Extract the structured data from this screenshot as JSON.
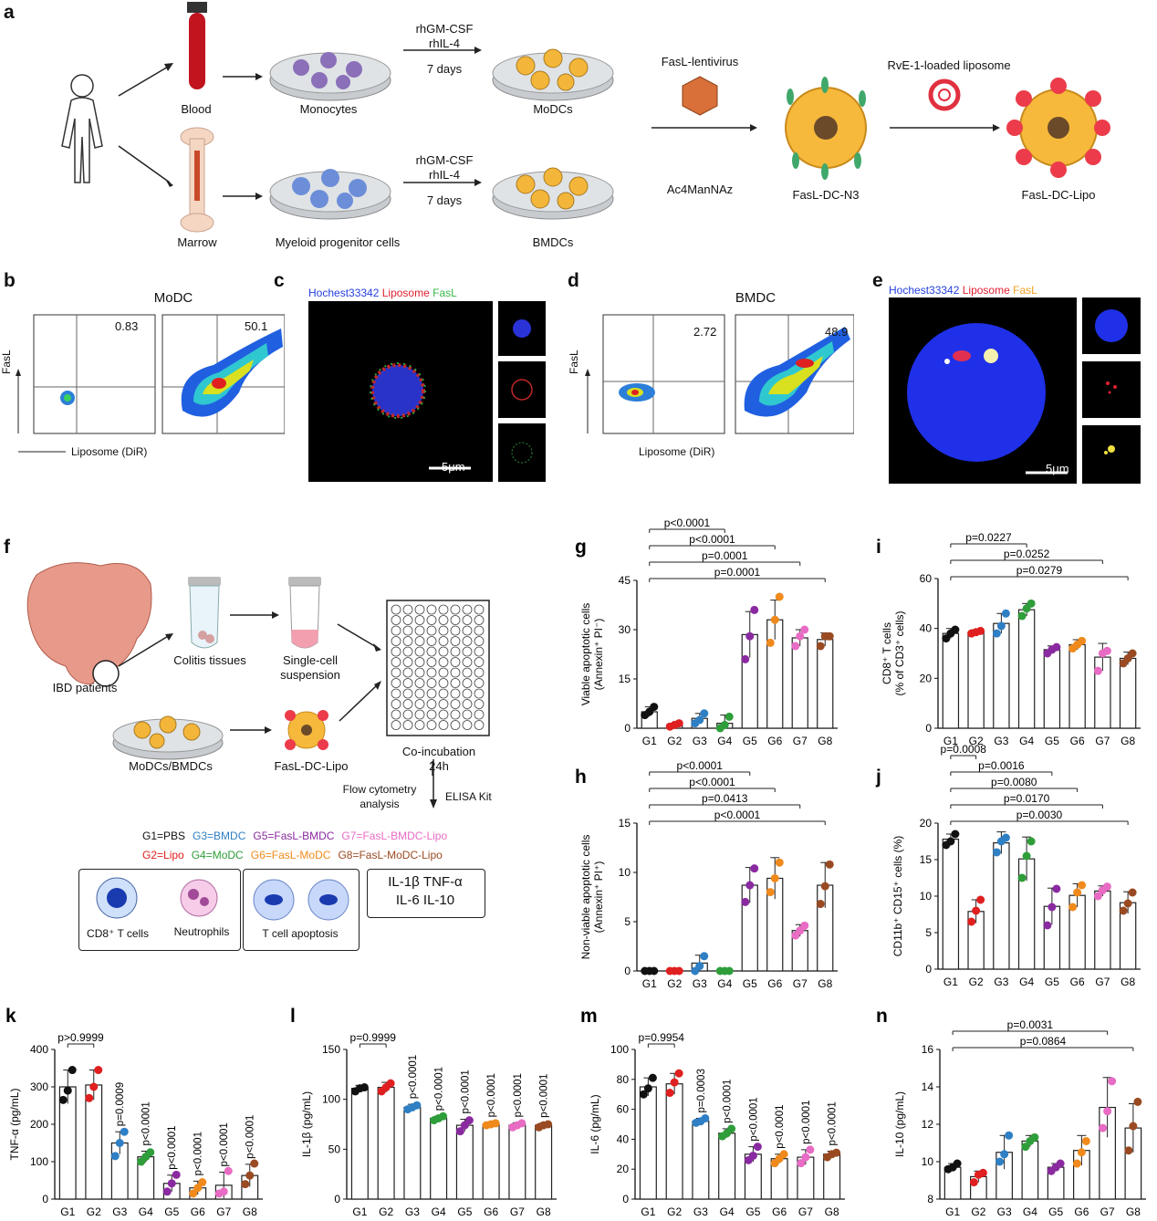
{
  "panels": {
    "a": {
      "letter": "a",
      "blood": "Blood",
      "marrow": "Marrow",
      "monocytes": "Monocytes",
      "myeloid": "Myeloid progenitor cells",
      "mod_cytokines_1": "rhGM-CSF",
      "mod_cytokines_2": "rhIL-4",
      "days": "7 days",
      "modcs": "MoDCs",
      "bmdcs": "BMDCs",
      "lentivirus": "FasL-lentivirus",
      "acmannaz": "Ac4ManNAz",
      "fasl_dc_n3": "FasL-DC-N3",
      "liposome": "RvE-1-loaded liposome",
      "fasl_dc_lipo": "FasL-DC-Lipo"
    },
    "b": {
      "letter": "b",
      "title": "MoDC",
      "ylabel": "FasL",
      "xlabel": "Liposome (DiR)",
      "q1": "0.83",
      "q2": "50.1"
    },
    "c": {
      "letter": "c",
      "stain1": "Hochest33342",
      "stain2": "Liposome",
      "stain3": "FasL",
      "scale": "5μm"
    },
    "d": {
      "letter": "d",
      "title": "BMDC",
      "ylabel": "FasL",
      "xlabel": "Liposome (DiR)",
      "q1": "2.72",
      "q2": "48.9"
    },
    "e": {
      "letter": "e",
      "stain1": "Hochest33342",
      "stain2": "Liposome",
      "stain3": "FasL",
      "scale": "5μm"
    },
    "f": {
      "letter": "f",
      "ibd": "IBD patients",
      "colitis": "Colitis tissues",
      "single_cell_1": "Single-cell",
      "single_cell_2": "suspension",
      "modcs_bmdcs": "MoDCs/BMDCs",
      "fasl_dc_lipo": "FasL-DC-Lipo",
      "coinc_1": "Co-incubation",
      "coinc_2": "24h",
      "flow_1": "Flow cytometry",
      "flow_2": "analysis",
      "elisa": "ELISA Kit",
      "groups": [
        {
          "text": "G1=PBS",
          "color": "#111111"
        },
        {
          "text": "G3=BMDC",
          "color": "#2e7fc4"
        },
        {
          "text": "G5=FasL-BMDC",
          "color": "#8a2aa0"
        },
        {
          "text": "G7=FasL-BMDC-Lipo",
          "color": "#e86bc4"
        },
        {
          "text": "G2=Lipo",
          "color": "#e02020"
        },
        {
          "text": "G4=MoDC",
          "color": "#2e9e3a"
        },
        {
          "text": "G6=FasL-MoDC",
          "color": "#f08a1c"
        },
        {
          "text": "G8=FasL-MoDC-Lipo",
          "color": "#9a4a22"
        }
      ],
      "cd8": "CD8⁺ T cells",
      "neutrophils": "Neutrophils",
      "apoptosis": "T cell apoptosis",
      "cytokines_1": "IL-1β  TNF-α",
      "cytokines_2": "IL-6  IL-10"
    }
  },
  "group_colors": [
    "#111111",
    "#e02020",
    "#2e7fc4",
    "#2e9e3a",
    "#8a2aa0",
    "#f08a1c",
    "#e86bc4",
    "#9a4a22"
  ],
  "chart_data": [
    {
      "id": "g",
      "letter": "g",
      "type": "bar",
      "categories": [
        "G1",
        "G2",
        "G3",
        "G4",
        "G5",
        "G6",
        "G7",
        "G8"
      ],
      "ylabel": "Viable apoptotic cells",
      "ylabel2": "(Annexin⁺ PI⁻)",
      "ylim": [
        0,
        45
      ],
      "yticks": [
        0,
        15,
        30,
        45
      ],
      "values": [
        5,
        1,
        3,
        1.5,
        28.5,
        33,
        27.5,
        27
      ],
      "sd": [
        1.5,
        0.5,
        1.5,
        2.5,
        7,
        6,
        2.5,
        2
      ],
      "points": [
        [
          4,
          5,
          6.5
        ],
        [
          0.5,
          1,
          1.5
        ],
        [
          1.5,
          2.5,
          4.5
        ],
        [
          -0.5,
          1,
          3.5
        ],
        [
          21,
          28,
          36
        ],
        [
          26,
          33,
          40
        ],
        [
          25,
          28,
          30
        ],
        [
          25,
          28,
          28
        ]
      ],
      "brackets": [
        {
          "from": 0,
          "to": 3,
          "label": "p<0.0001"
        },
        {
          "from": 0,
          "to": 5,
          "label": "p<0.0001"
        },
        {
          "from": 0,
          "to": 6,
          "label": "p=0.0001"
        },
        {
          "from": 0,
          "to": 7,
          "label": "p=0.0001"
        }
      ]
    },
    {
      "id": "h",
      "letter": "h",
      "type": "bar",
      "categories": [
        "G1",
        "G2",
        "G3",
        "G4",
        "G5",
        "G6",
        "G7",
        "G8"
      ],
      "ylabel": "Non-viable apoptotic cells",
      "ylabel2": "(Annexin⁺ PI⁺)",
      "ylim": [
        0,
        15
      ],
      "yticks": [
        0,
        5,
        10,
        15
      ],
      "values": [
        0,
        0,
        0.8,
        0,
        8.7,
        9.4,
        4.1,
        8.7
      ],
      "sd": [
        0,
        0,
        0.8,
        0,
        1.8,
        2.1,
        0.6,
        2.3
      ],
      "points": [
        [
          0,
          0,
          0
        ],
        [
          0,
          0,
          0
        ],
        [
          0,
          0.5,
          1.5
        ],
        [
          0,
          0,
          0
        ],
        [
          7,
          8.7,
          10.4
        ],
        [
          8,
          9.4,
          11
        ],
        [
          3.6,
          4.1,
          4.6
        ],
        [
          6.8,
          8.6,
          10.8
        ]
      ],
      "brackets": [
        {
          "from": 0,
          "to": 4,
          "label": "p<0.0001"
        },
        {
          "from": 0,
          "to": 5,
          "label": "p<0.0001"
        },
        {
          "from": 0,
          "to": 6,
          "label": "p=0.0413"
        },
        {
          "from": 0,
          "to": 7,
          "label": "p<0.0001"
        }
      ]
    },
    {
      "id": "i",
      "letter": "i",
      "type": "bar",
      "categories": [
        "G1",
        "G2",
        "G3",
        "G4",
        "G5",
        "G6",
        "G7",
        "G8"
      ],
      "ylabel": "CD8⁺ T cells",
      "ylabel2": "(% of CD3⁺ cells)",
      "ylim": [
        0,
        60
      ],
      "yticks": [
        0,
        20,
        40,
        60
      ],
      "values": [
        38,
        38.5,
        42,
        47.5,
        31.5,
        33.5,
        28.5,
        28
      ],
      "sd": [
        2,
        1,
        4,
        2.5,
        1.5,
        2,
        5.5,
        2.5
      ],
      "points": [
        [
          36,
          38,
          39.5
        ],
        [
          38,
          38.5,
          39
        ],
        [
          38,
          41,
          46
        ],
        [
          45,
          48,
          50
        ],
        [
          30,
          31.5,
          32.5
        ],
        [
          32,
          33.5,
          35
        ],
        [
          23,
          30,
          31
        ],
        [
          26,
          28,
          30
        ]
      ],
      "brackets": [
        {
          "from": 0,
          "to": 3,
          "label": "p=0.0227"
        },
        {
          "from": 0,
          "to": 6,
          "label": "p=0.0252"
        },
        {
          "from": 0,
          "to": 7,
          "label": "p=0.0279"
        }
      ]
    },
    {
      "id": "j",
      "letter": "j",
      "type": "bar",
      "categories": [
        "G1",
        "G2",
        "G3",
        "G4",
        "G5",
        "G6",
        "G7",
        "G8"
      ],
      "ylabel": "CD11b⁺ CD15⁺ cells (%)",
      "ylabel2": "",
      "ylim": [
        0,
        20
      ],
      "yticks": [
        0,
        5,
        10,
        15,
        20
      ],
      "values": [
        17.8,
        7.9,
        17.3,
        15.1,
        8.6,
        10.1,
        10.7,
        9.1
      ],
      "sd": [
        0.7,
        1.6,
        1.5,
        3,
        2.5,
        1.6,
        0.7,
        1.5
      ],
      "points": [
        [
          17,
          17.5,
          18.5
        ],
        [
          6.5,
          8,
          9.5
        ],
        [
          16,
          17.5,
          18
        ],
        [
          12.5,
          15.5,
          17.5
        ],
        [
          6,
          8.5,
          11
        ],
        [
          8.5,
          10.5,
          11.5
        ],
        [
          10,
          10.8,
          11.3
        ],
        [
          8,
          9,
          10.5
        ]
      ],
      "brackets": [
        {
          "from": 0,
          "to": 1,
          "label": "p=0.0008"
        },
        {
          "from": 0,
          "to": 4,
          "label": "p=0.0016"
        },
        {
          "from": 0,
          "to": 5,
          "label": "p=0.0080"
        },
        {
          "from": 0,
          "to": 6,
          "label": "p=0.0170"
        },
        {
          "from": 0,
          "to": 7,
          "label": "p=0.0030"
        }
      ]
    },
    {
      "id": "k",
      "letter": "k",
      "type": "bar",
      "categories": [
        "G1",
        "G2",
        "G3",
        "G4",
        "G5",
        "G6",
        "G7",
        "G8"
      ],
      "ylabel": "TNF-α (pg/mL)",
      "ylabel2": "",
      "ylim": [
        0,
        400
      ],
      "yticks": [
        0,
        100,
        200,
        300,
        400
      ],
      "values": [
        300,
        305,
        150,
        113,
        42,
        30,
        37,
        63
      ],
      "sd": [
        45,
        40,
        30,
        15,
        22,
        18,
        35,
        30
      ],
      "points": [
        [
          265,
          290,
          345
        ],
        [
          270,
          300,
          345
        ],
        [
          115,
          150,
          180
        ],
        [
          100,
          113,
          125
        ],
        [
          20,
          42,
          65
        ],
        [
          15,
          30,
          45
        ],
        [
          15,
          20,
          75
        ],
        [
          40,
          63,
          95
        ]
      ],
      "brackets": [
        {
          "from": 0,
          "to": 1,
          "label": "p>0.9999"
        }
      ],
      "vlabels": [
        "",
        "",
        "p=0.0009",
        "p<0.0001",
        "p<0.0001",
        "p<0.0001",
        "p<0.0001",
        "p<0.0001"
      ]
    },
    {
      "id": "l",
      "letter": "l",
      "type": "bar",
      "categories": [
        "G1",
        "G2",
        "G3",
        "G4",
        "G5",
        "G6",
        "G7",
        "G8"
      ],
      "ylabel": "IL-1β (pg/mL)",
      "ylabel2": "",
      "ylim": [
        0,
        150
      ],
      "yticks": [
        0,
        50,
        100,
        150
      ],
      "values": [
        111,
        112,
        92,
        81,
        74,
        75,
        74,
        74
      ],
      "sd": [
        3,
        5,
        3,
        2,
        6,
        1.5,
        2.5,
        2
      ],
      "points": [
        [
          108,
          111,
          112
        ],
        [
          108,
          112,
          116
        ],
        [
          90,
          92,
          94
        ],
        [
          79,
          81,
          83
        ],
        [
          68,
          74,
          79
        ],
        [
          74,
          75,
          76
        ],
        [
          72,
          74,
          76
        ],
        [
          72,
          74,
          75
        ]
      ],
      "brackets": [
        {
          "from": 0,
          "to": 1,
          "label": "p=0.9999"
        }
      ],
      "vlabels": [
        "",
        "",
        "p<0.0001",
        "p<0.0001",
        "p<0.0001",
        "p<0.0001",
        "p<0.0001",
        "p<0.0001"
      ]
    },
    {
      "id": "m",
      "letter": "m",
      "type": "bar",
      "categories": [
        "G1",
        "G2",
        "G3",
        "G4",
        "G5",
        "G6",
        "G7",
        "G8"
      ],
      "ylabel": "IL-6 (pg/mL)",
      "ylabel2": "",
      "ylim": [
        0,
        100
      ],
      "yticks": [
        0,
        20,
        40,
        60,
        80,
        100
      ],
      "values": [
        75,
        77,
        52,
        44,
        30,
        27,
        28,
        30
      ],
      "sd": [
        6,
        7,
        2,
        3,
        5,
        3,
        5,
        2
      ],
      "points": [
        [
          70,
          74,
          81
        ],
        [
          71,
          78,
          84
        ],
        [
          51,
          52,
          54
        ],
        [
          42,
          44,
          47
        ],
        [
          26,
          29,
          35
        ],
        [
          24,
          27,
          30
        ],
        [
          24,
          28,
          33
        ],
        [
          28,
          30,
          31
        ]
      ],
      "brackets": [
        {
          "from": 0,
          "to": 1,
          "label": "p=0.9954"
        }
      ],
      "vlabels": [
        "",
        "",
        "p=0.0003",
        "p<0.0001",
        "p<0.0001",
        "p<0.0001",
        "p<0.0001",
        "p<0.0001"
      ]
    },
    {
      "id": "n",
      "letter": "n",
      "type": "bar",
      "categories": [
        "G1",
        "G2",
        "G3",
        "G4",
        "G5",
        "G6",
        "G7",
        "G8"
      ],
      "ylabel": "IL-10 (pg/mL)",
      "ylabel2": "",
      "ylim": [
        8,
        16
      ],
      "yticks": [
        8,
        10,
        12,
        14,
        16
      ],
      "values": [
        9.7,
        9.2,
        10.5,
        11.1,
        9.7,
        10.6,
        12.9,
        11.8
      ],
      "sd": [
        0.2,
        0.3,
        0.9,
        0.3,
        0.2,
        0.8,
        1.6,
        1.3
      ],
      "points": [
        [
          9.6,
          9.7,
          9.9
        ],
        [
          8.9,
          9.3,
          9.4
        ],
        [
          10,
          10.4,
          11.4
        ],
        [
          10.8,
          11.1,
          11.3
        ],
        [
          9.5,
          9.7,
          9.9
        ],
        [
          9.9,
          10.5,
          11.1
        ],
        [
          11.8,
          12.7,
          14.3
        ],
        [
          10.6,
          11.9,
          13.2
        ]
      ],
      "brackets": [
        {
          "from": 0,
          "to": 6,
          "label": "p=0.0031"
        },
        {
          "from": 0,
          "to": 7,
          "label": "p=0.0864"
        }
      ]
    }
  ]
}
